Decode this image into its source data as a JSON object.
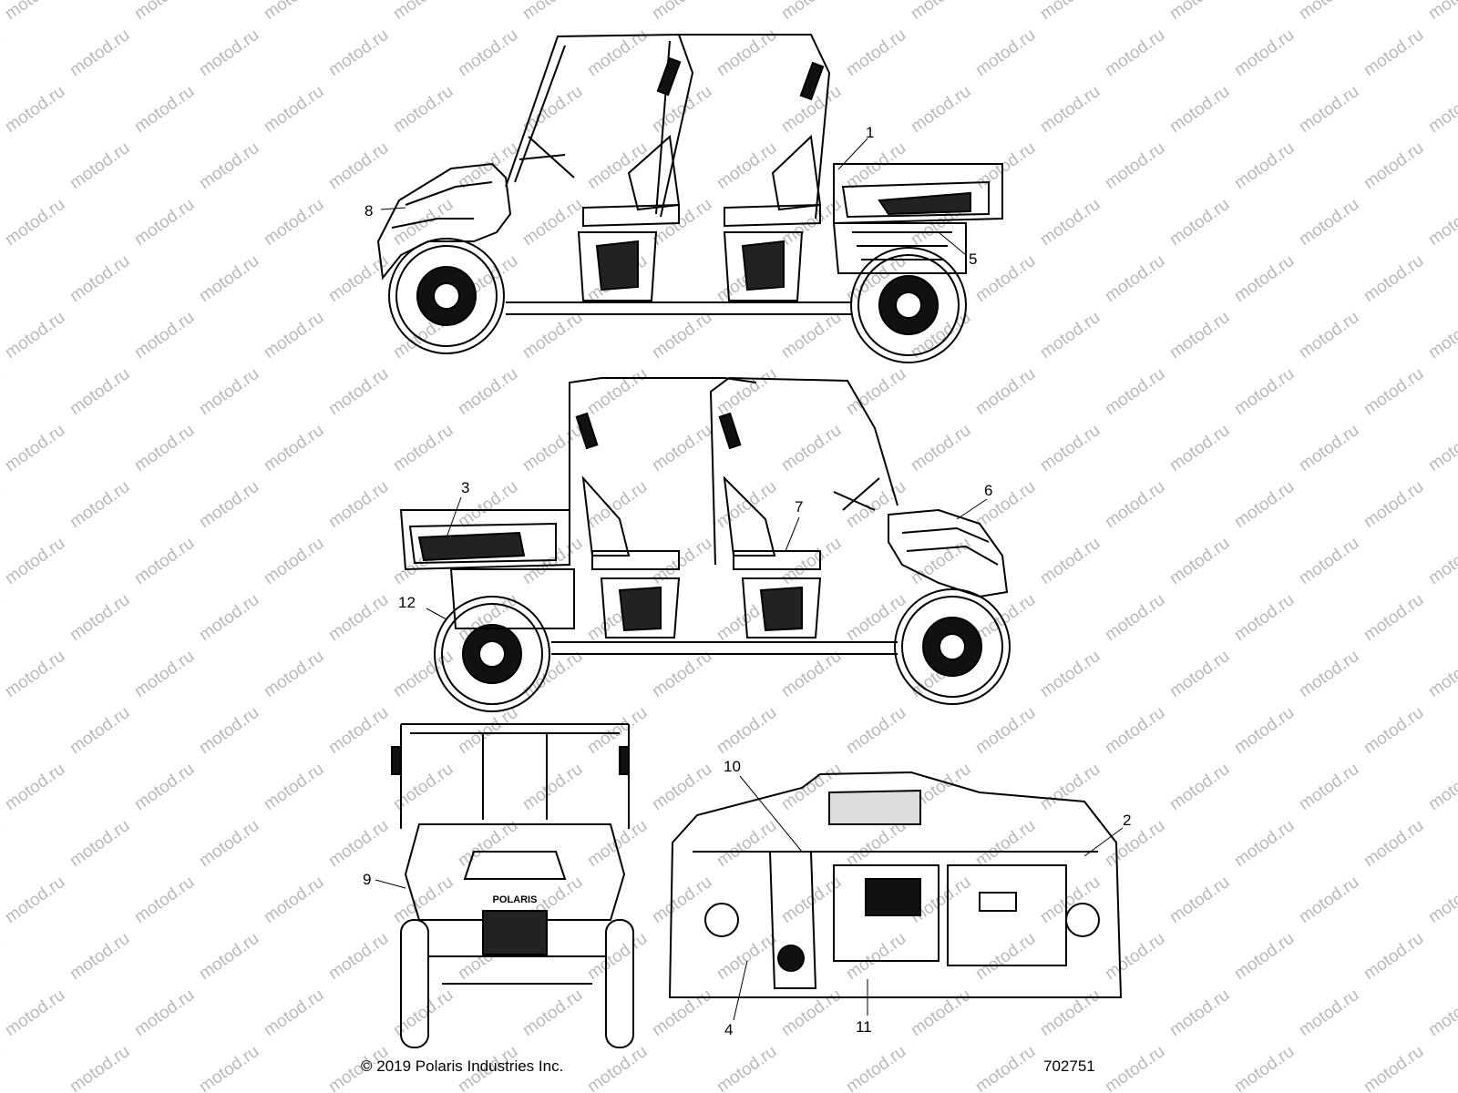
{
  "watermark": "motod.ru",
  "callouts": {
    "c1": "1",
    "c2": "2",
    "c3": "3",
    "c4": "4",
    "c5": "5",
    "c6": "6",
    "c7": "7",
    "c8": "8",
    "c9": "9",
    "c10": "10",
    "c11": "11",
    "c12": "12"
  },
  "footer": {
    "copyright": "© 2019 Polaris Industries Inc.",
    "part_number": "702751"
  },
  "vehicle": {
    "badge": "POLARIS"
  }
}
